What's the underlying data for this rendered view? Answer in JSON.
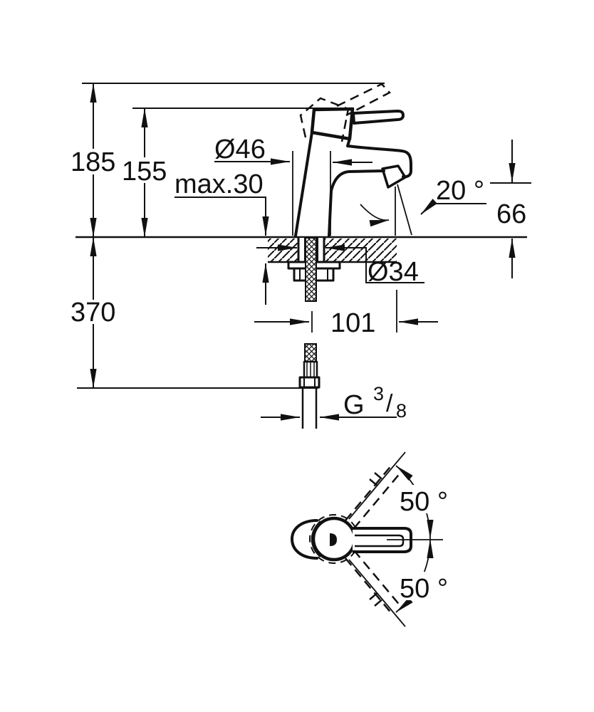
{
  "drawing": {
    "title_semantic": "faucet-dimension-drawing",
    "background": "#ffffff",
    "line_color": "#111111",
    "side_view": {
      "height_total": "185",
      "height_body": "155",
      "hose_length": "370",
      "body_diameter": "Ø46",
      "deck_thickness": "max.30",
      "spout_angle": "20 °",
      "spout_height": "66",
      "hole_diameter": "Ø34",
      "spout_projection": "101",
      "thread_g": "G",
      "thread_sup": "3",
      "thread_slash": "/",
      "thread_sub": "8"
    },
    "top_view": {
      "swivel_angle_upper": "50 °",
      "swivel_angle_lower": "50 °"
    }
  }
}
